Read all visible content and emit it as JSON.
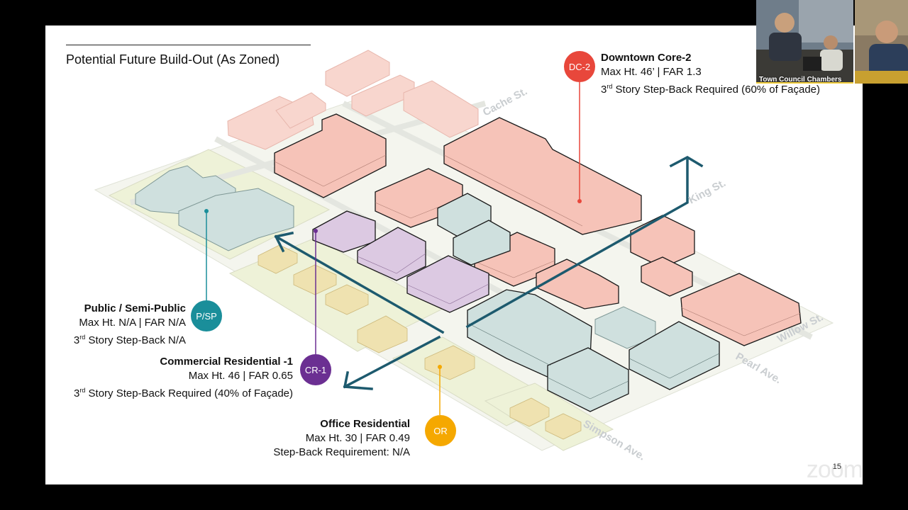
{
  "slide": {
    "title": "Potential Future Build-Out (As Zoned)",
    "page_number": "15"
  },
  "streets": [
    "Cache St.",
    "King St.",
    "Willow St.",
    "Pearl Ave.",
    "Simpson Ave."
  ],
  "zones": {
    "dc2": {
      "badge": "DC-2",
      "name": "Downtown Core-2",
      "line1": "Max Ht. 46’  |  FAR 1.3",
      "line2_sup": "rd",
      "line2_pre": "3",
      "line2_post": " Story Step-Back Required (60% of Façade)",
      "color": "#e8473b"
    },
    "psp": {
      "badge": "P/SP",
      "name": "Public / Semi-Public",
      "line1": "Max Ht. N/A  |  FAR N/A",
      "line2_pre": "3",
      "line2_sup": "rd",
      "line2_post": " Story Step-Back N/A",
      "color": "#1a8e9a"
    },
    "cr1": {
      "badge": "CR-1",
      "name": "Commercial Residential -1",
      "line1": "Max Ht. 46  |  FAR 0.65",
      "line2_pre": "3",
      "line2_sup": "rd",
      "line2_post": " Story Step-Back Required (40% of Façade)",
      "color": "#6b2f92"
    },
    "or": {
      "badge": "OR",
      "name": "Office Residential",
      "line1": "Max Ht. 30  |  FAR 0.49",
      "line2": "Step-Back Requirement: N/A",
      "color": "#f5a800"
    }
  },
  "video": {
    "room_label": "Town Council Chambers"
  },
  "watermark": "zoom",
  "colors": {
    "downtown_fill": "#f6c3b8",
    "public_fill": "#cfe0de",
    "cr_fill": "#dcc9e2",
    "ground_fill": "#eef2d8",
    "arrow": "#1d5a6e"
  }
}
